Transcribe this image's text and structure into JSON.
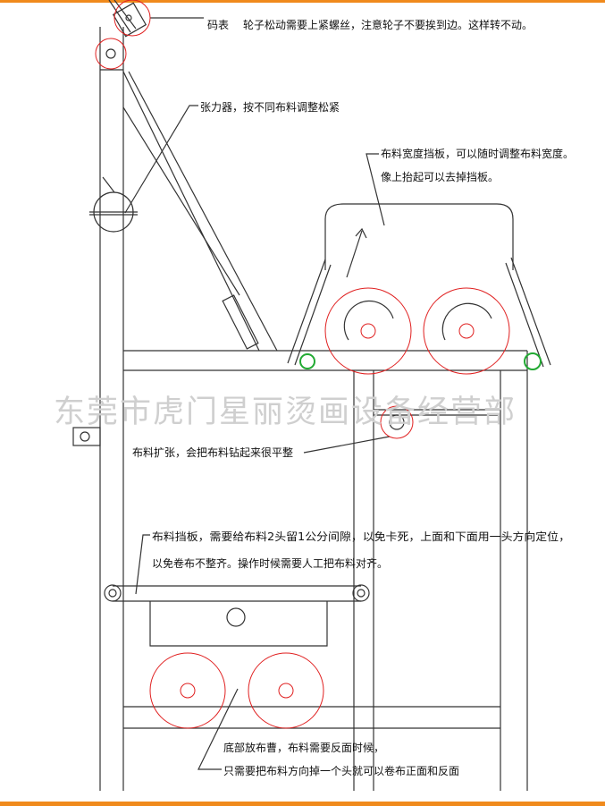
{
  "notes": {
    "counter": "码表",
    "counter_detail": "轮子松动需要上紧螺丝，注意轮子不要挨到边。这样转不动。",
    "tensioner": "张力器，按不同布料调整松紧",
    "width_guide_line1": "布料宽度挡板，可以随时调整布料宽度。",
    "width_guide_line2": "像上抬起可以去掉挡板。",
    "spreader": "布料扩张，会把布料钻起来很平整",
    "baffle_line1": "布料挡板，需要给布料2头留1公分间隙，以免卡死，上面和下面用一头方向定位，",
    "baffle_line2": "以免卷布不整齐。操作时候需要人工把布料对齐。",
    "bottom_line1": "底部放布曹，布料需要反面时候，",
    "bottom_line2": "只需要把布料方向掉一个头就可以卷布正面和反面"
  },
  "watermark": "东莞市虎门星丽烫画设备经营部",
  "colors": {
    "accent": "#f08a1c",
    "highlight": "#e02020",
    "roller_ring": "#22aa33",
    "line": "#333333"
  }
}
